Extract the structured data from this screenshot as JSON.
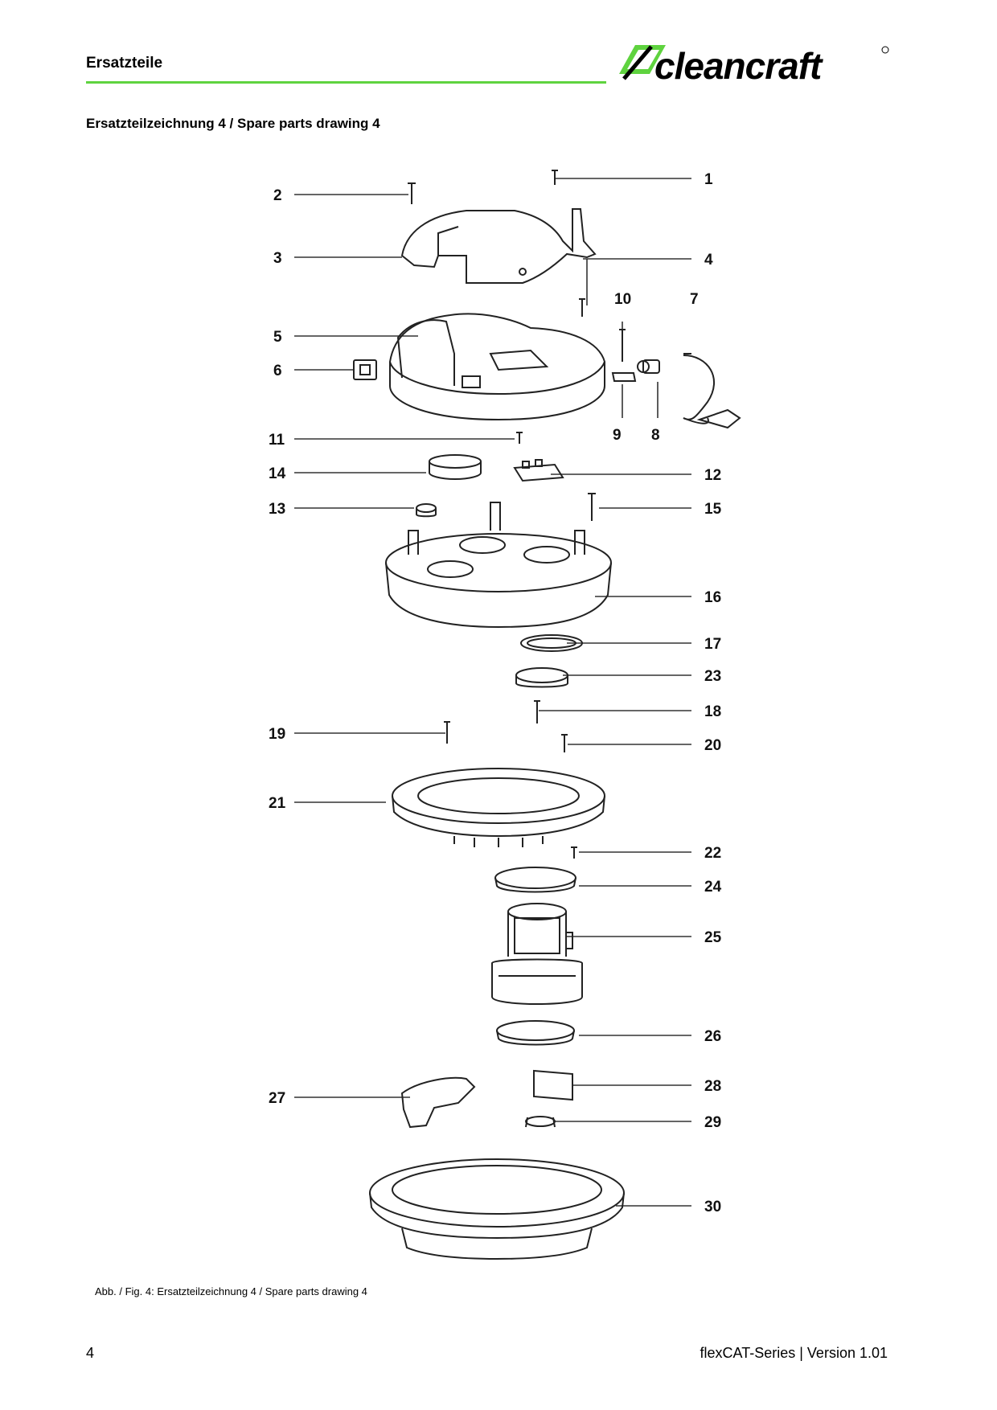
{
  "header": {
    "title": "Ersatzteile",
    "logo_text": "cleancraft",
    "accent_color": "#5fd33f"
  },
  "subtitle": "Ersatzteilzeichnung 4 / Spare parts drawing 4",
  "part_numbers": [
    "1",
    "2",
    "3",
    "4",
    "5",
    "6",
    "7",
    "8",
    "9",
    "10",
    "11",
    "12",
    "13",
    "14",
    "15",
    "16",
    "17",
    "18",
    "19",
    "20",
    "21",
    "22",
    "23",
    "24",
    "25",
    "26",
    "27",
    "28",
    "29",
    "30"
  ],
  "caption": "Abb. / Fig. 4: Ersatzteilzeichnung 4 / Spare parts drawing 4",
  "footer": {
    "page_number": "4",
    "version": "flexCAT-Series | Version 1.01"
  }
}
